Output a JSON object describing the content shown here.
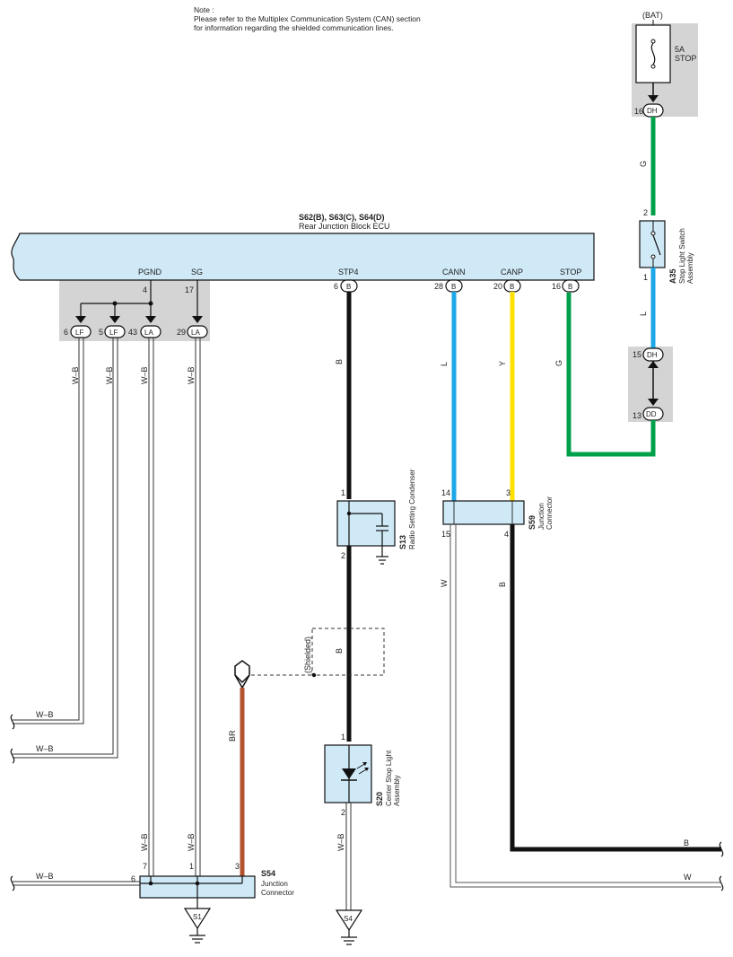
{
  "note": {
    "line1": "Note :",
    "line2": "Please refer to the Multiplex Communication System (CAN) section",
    "line3": "for information regarding the shielded communication lines."
  },
  "battery": {
    "label": "(BAT)"
  },
  "fuse": {
    "rating": "5A",
    "name": "STOP"
  },
  "ecu": {
    "code": "S62(B), S63(C), S64(D)",
    "name": "Rear Junction Block ECU",
    "terminals": {
      "pgnd": "PGND",
      "sg": "SG",
      "stp4": "STP4",
      "cann": "CANN",
      "canp": "CANP",
      "stop": "STOP"
    }
  },
  "pins": {
    "p16_top": "16",
    "p2_sw": "2",
    "p1_sw": "1",
    "p15": "15",
    "p13": "13",
    "p4": "4",
    "p17": "17",
    "p6_stp4": "6",
    "p28": "28",
    "p20": "20",
    "p16_stop": "16",
    "p6_lf": "6",
    "p5_lf": "5",
    "p43": "43",
    "p29": "29",
    "s13_1": "1",
    "s13_2": "2",
    "s59_14": "14",
    "s59_3": "3",
    "s59_15": "15",
    "s59_4": "4",
    "s20_1": "1",
    "s20_2": "2",
    "s54_7": "7",
    "s54_1": "1",
    "s54_3": "3",
    "s54_6": "6"
  },
  "connectors": {
    "dh": "DH",
    "dd": "DD",
    "b": "B",
    "lf": "LF",
    "la": "LA"
  },
  "wires": {
    "g": "G",
    "l": "L",
    "b": "B",
    "y": "Y",
    "w": "W",
    "wb": "W–B",
    "br": "BR"
  },
  "switch": {
    "code": "A35",
    "name_line1": "Stop Light Switch",
    "name_line2": "Assembly"
  },
  "condenser": {
    "code": "S13",
    "name": "Radio Setting Condenser"
  },
  "s59": {
    "code": "S59",
    "name_line1": "Junction",
    "name_line2": "Connector"
  },
  "s54": {
    "code": "S54",
    "name_line1": "Junction",
    "name_line2": "Connector"
  },
  "s20": {
    "code": "S20",
    "name_line1": "Center Stop Light",
    "name_line2": "Assembly"
  },
  "shield": {
    "label": "(Shielded)"
  },
  "grounds": {
    "s1": "S1",
    "s4": "S4"
  },
  "colors": {
    "blue": "#1ea7e8",
    "yellow": "#ffe000",
    "green": "#00a04a",
    "brown": "#b0532e",
    "black": "#111111",
    "ecu_fill": "#cfe9f7",
    "grey": "#d4d4d4"
  }
}
